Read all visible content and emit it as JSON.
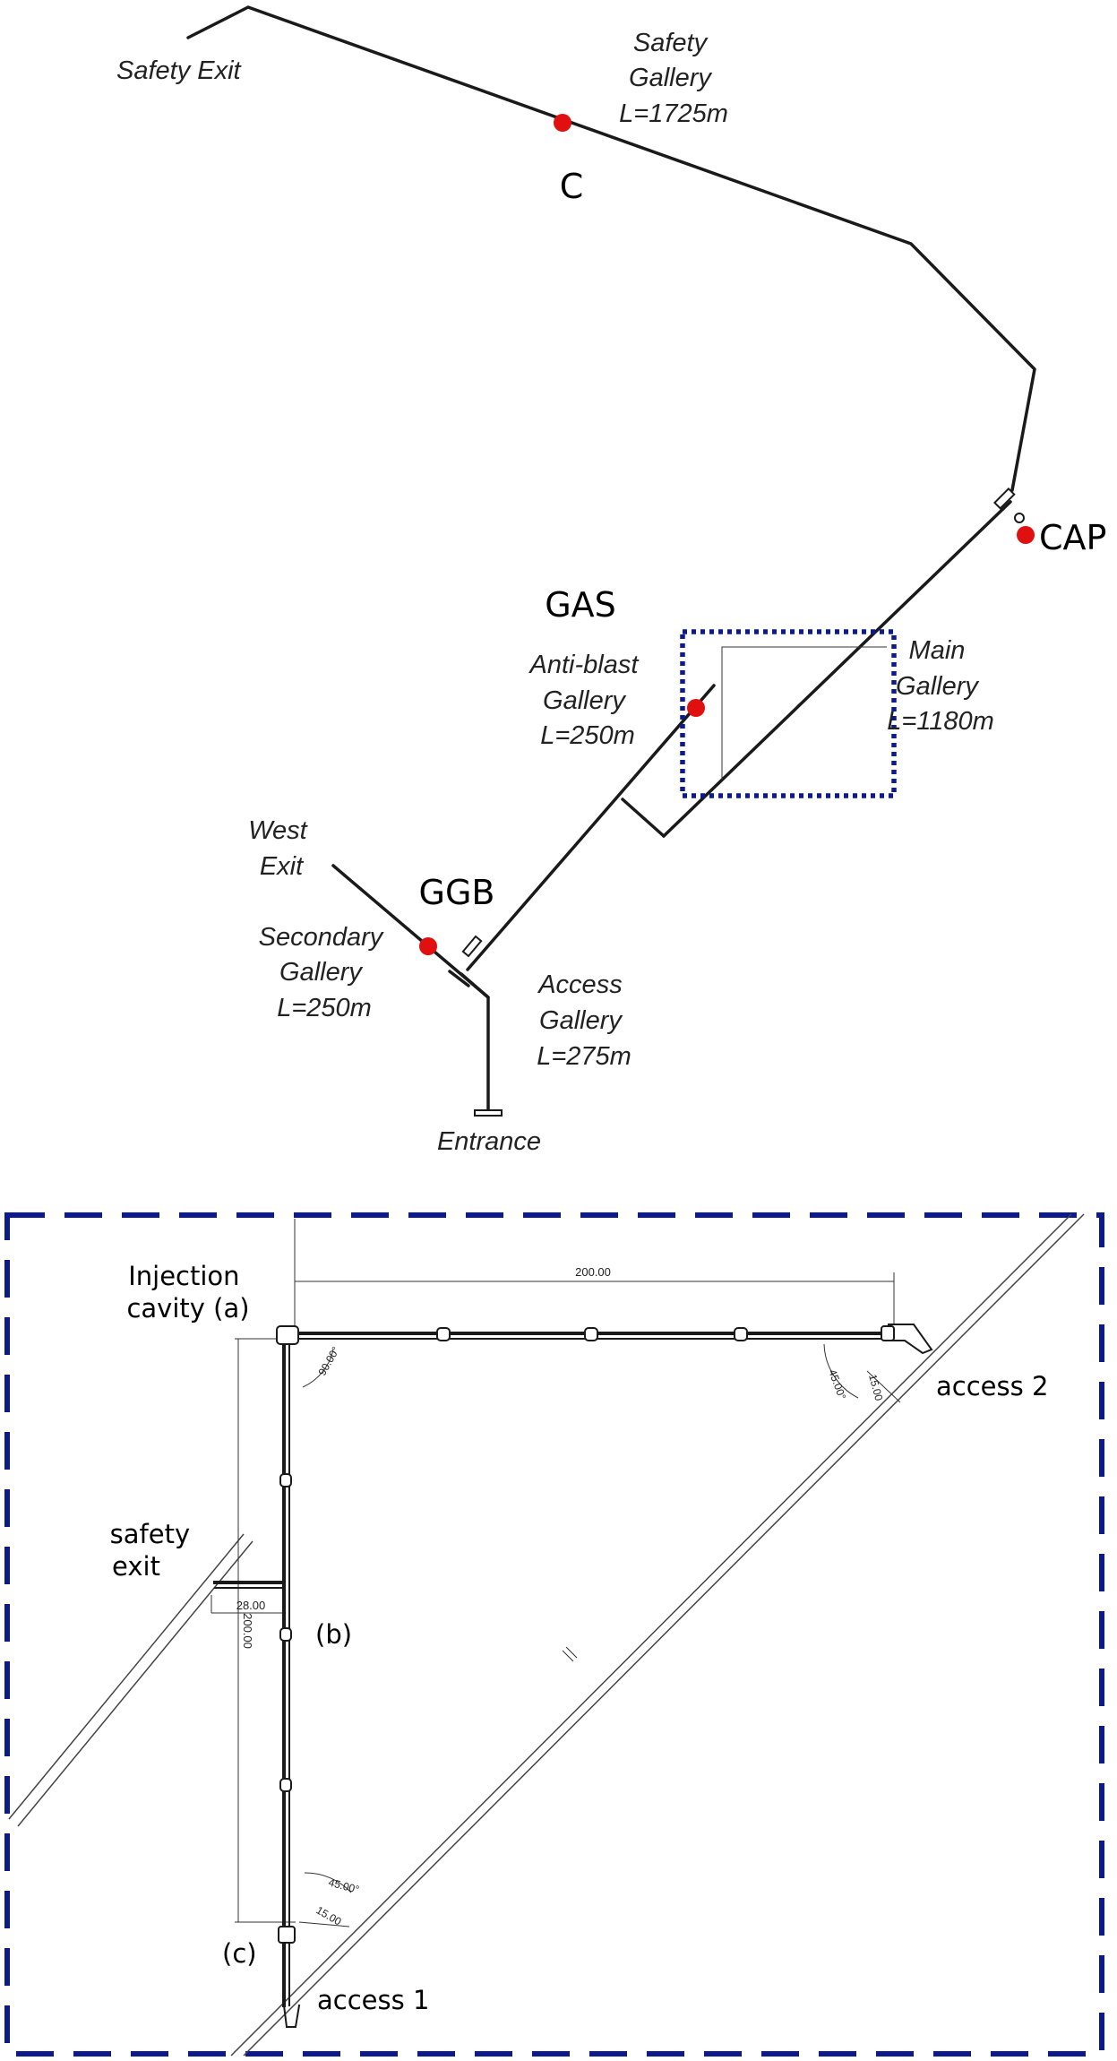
{
  "top_map": {
    "labels": {
      "safety_exit": "Safety Exit",
      "safety_gallery": [
        "Safety",
        "Gallery",
        "L=1725m"
      ],
      "point_c": "C",
      "point_cap": "CAP",
      "point_gas": "GAS",
      "point_ggb": "GGB",
      "anti_blast": [
        "Anti-blast",
        "Gallery",
        "L=250m"
      ],
      "main_gallery": [
        "Main",
        "Gallery",
        "L=1180m"
      ],
      "west_exit": [
        "West",
        "Exit"
      ],
      "secondary_gallery": [
        "Secondary",
        "Gallery",
        "L=250m"
      ],
      "access_gallery": [
        "Access",
        "Gallery",
        "L=275m"
      ],
      "entrance": "Entrance"
    },
    "colors": {
      "marker": "#e01010",
      "zoom_box": "#0b1a8c",
      "line": "#1a1a1a"
    }
  },
  "detail": {
    "labels": {
      "injection_cavity": [
        "Injection",
        "cavity (a)"
      ],
      "access_2": "access 2",
      "safety_exit": [
        "safety",
        "exit"
      ],
      "point_b": "(b)",
      "point_c": "(c)",
      "access_1": "access 1"
    },
    "dimensions": {
      "top_length": "200.00",
      "side_length": "200.00",
      "branch_length": "28.00",
      "angle_top_left": "90.00°",
      "angle_top_right": "45.00°",
      "angle_bottom": "45.00°",
      "offset_top_right": "15.00",
      "offset_bottom": "15.00"
    },
    "colors": {
      "frame": "#0b1a8c"
    }
  }
}
